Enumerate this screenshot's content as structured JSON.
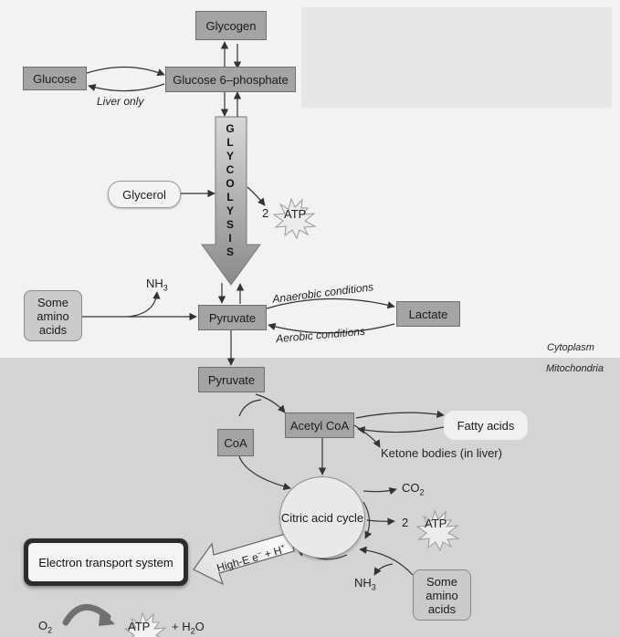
{
  "nodes": {
    "glycogen": "Glycogen",
    "glucose": "Glucose",
    "glucose6p": "Glucose 6–phosphate",
    "glycerol": "Glycerol",
    "amino_acids": "Some amino acids",
    "pyruvate": "Pyruvate",
    "lactate": "Lactate",
    "acetyl_coa": "Acetyl CoA",
    "coa": "CoA",
    "fatty_acids": "Fatty acids",
    "citric_cycle": "Citric acid cycle",
    "ets": "Electron transport system"
  },
  "glycolysis": [
    "G",
    "L",
    "Y",
    "C",
    "O",
    "L",
    "Y",
    "S",
    "I",
    "S"
  ],
  "labels": {
    "liver_only": "Liver only",
    "anaerobic": "Anaerobic conditions",
    "aerobic": "Aerobic conditions",
    "cytoplasm": "Cytoplasm",
    "mitochondria": "Mitochondria",
    "ketone": "Ketone bodies (in liver)"
  },
  "atp": {
    "label": "ATP",
    "count1": "2",
    "count2": "2"
  },
  "chem": {
    "nh3_base": "NH",
    "nh3_sub": "3",
    "co2_base": "CO",
    "co2_sub": "2",
    "o2_base": "O",
    "o2_sub": "2",
    "high_e": "High-E e",
    "e_sup": "–",
    "plus_h": " + H",
    "h_sup": "+",
    "plus_h2o_a": "+ H",
    "h2o_sub": "2",
    "h2o_o": "O"
  }
}
